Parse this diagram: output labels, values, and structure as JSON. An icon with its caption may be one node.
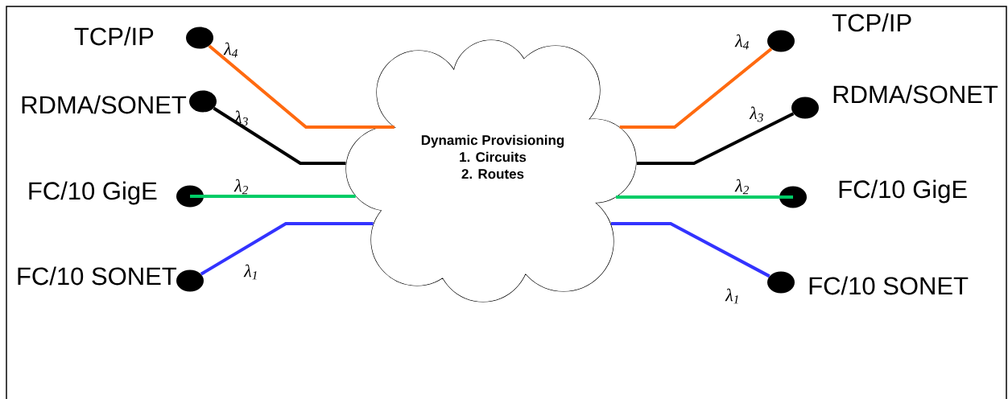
{
  "diagram": {
    "nodes": [
      {
        "text": [
          "Dynamic Provisioning",
          "1. Circuits",
          "2. Routes"
        ]
      },
      {
        "text": [],
        "shape": "circle",
        "beside": [
          "TCP/IP"
        ]
      },
      {
        "text": [],
        "shape": "circle",
        "beside": [
          "RDMA/SONET"
        ]
      },
      {
        "text": [],
        "shape": "circle",
        "beside": [
          "FC/10 GigE"
        ]
      },
      {
        "text": [],
        "shape": "circle",
        "beside": [
          "FC/10 SONET"
        ]
      },
      {
        "text": [],
        "shape": "circle",
        "beside": [
          "TCP/IP"
        ]
      },
      {
        "text": [],
        "shape": "circle",
        "beside": [
          "RDMA/SONET"
        ]
      },
      {
        "text": [],
        "shape": "circle",
        "beside": [
          "FC/10 GigE"
        ]
      },
      {
        "text": [],
        "shape": "circle",
        "beside": [
          "FC/10 SONET"
        ]
      }
    ],
    "edges": [
      {
        "from": 1,
        "to": 0,
        "arrow": "none",
        "label": "λ$_{4}$",
        "color": "#ff6a10"
      },
      {
        "from": 2,
        "to": 0,
        "arrow": "none",
        "label": "λ$_{3}$",
        "color": "#000000"
      },
      {
        "from": 3,
        "to": 0,
        "arrow": "none",
        "label": "λ$_{2}$",
        "color": "#00cc66"
      },
      {
        "from": 4,
        "to": 0,
        "arrow": "none",
        "label": "λ$_{1}$",
        "color": "#3333ff"
      },
      {
        "from": 5,
        "to": 0,
        "arrow": "none",
        "label": "λ$_{4}$",
        "color": "#ff6a10"
      },
      {
        "from": 6,
        "to": 0,
        "arrow": "none",
        "label": "λ$_{3}$",
        "color": "#000000"
      },
      {
        "from": 7,
        "to": 0,
        "arrow": "none",
        "label": "λ$_{2}$",
        "color": "#00cc66"
      },
      {
        "from": 8,
        "to": 0,
        "arrow": "none",
        "label": "λ$_{1}$",
        "color": "#3333ff"
      }
    ]
  }
}
